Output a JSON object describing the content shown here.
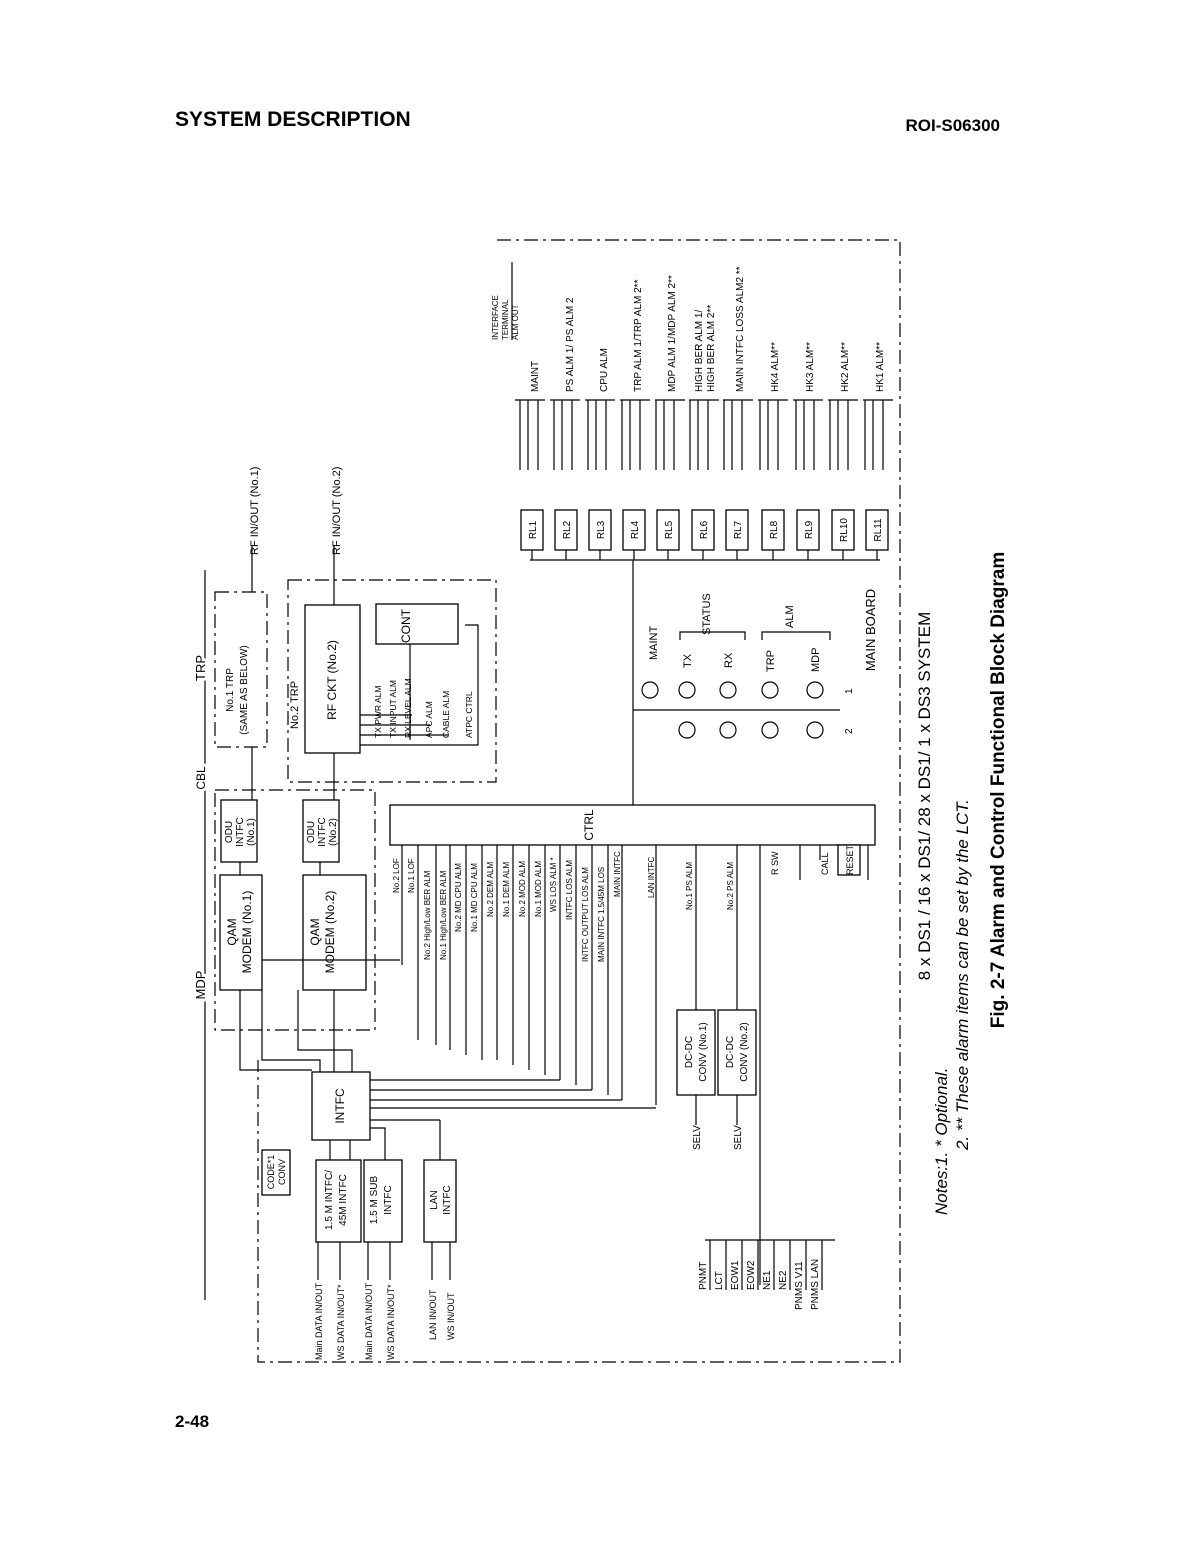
{
  "header": {
    "title": "SYSTEM DESCRIPTION",
    "doc_id": "ROI-S06300",
    "page": "2-48"
  },
  "figure": {
    "caption": "Fig. 2-7  Alarm and Control Functional Block Diagram",
    "notes_1": "Notes:1. * Optional.",
    "notes_2": "2. ** These alarm items can be set by the LCT."
  },
  "diagram": {
    "system_label": "8 x DS1 / 16 x DS1/ 28 x DS1/ 1 x DS3 SYSTEM",
    "main_board": "MAIN BOARD",
    "mdp": "MDP",
    "trp": "TRP",
    "cbl": "CBL",
    "no1_trp": "No.1 TRP",
    "no1_trp_sub": "(SAME AS BELOW)",
    "no2_trp": "No.2 TRP",
    "rf_ckt": "RF CKT (No.2)",
    "cont": "CONT",
    "rf_in_out_1": "RF IN/OUT (No.1)",
    "rf_in_out_2": "RF IN/OUT (No.2)",
    "rf_alarms": [
      "TX PWR ALM",
      "TX INPUT ALM",
      "RX LEVEL ALM",
      "APC ALM",
      "CABLE ALM",
      "ATPC CTRL"
    ],
    "odu1": [
      "ODU",
      "INTFC",
      "(No.1)"
    ],
    "odu2": [
      "ODU",
      "INTFC",
      "(No.2)"
    ],
    "qam1": [
      "QAM",
      "MODEM (No.1)"
    ],
    "qam2": [
      "QAM",
      "MODEM (No.2)"
    ],
    "intfc": "INTFC",
    "ctrl": "CTRL",
    "code_conv": [
      "CODE*1",
      "CONV"
    ],
    "intfc_15m": [
      "1.5 M INTFC/",
      "45M INTFC"
    ],
    "intfc_15m_sub": [
      "1.5 M SUB",
      "INTFC"
    ],
    "lan_intfc": [
      "LAN",
      "INTFC"
    ],
    "io_labels": [
      "Main DATA IN/OUT",
      "WS DATA IN/OUT*",
      "Main DATA IN/OUT",
      "WS DATA IN/OUT*",
      "LAN IN/OUT",
      "WS IN/OUT"
    ],
    "ctrl_inputs": [
      "No.2 LOF",
      "No.1 LOF",
      "No.2 High/Low BER ALM",
      "No.1 High/Low BER ALM",
      "No.2 MD CPU ALM",
      "No.1 MD CPU ALM",
      "No.2 DEM ALM",
      "No.1 DEM ALM",
      "No.2 MOD ALM",
      "No.1 MOD ALM",
      "WS LOS ALM *",
      "INTFC LOS ALM",
      "INTFC OUTPUT LOS ALM",
      "MAIN INTFC 1.5/45M LOS",
      "MAIN INTFC",
      "LAN INTFC"
    ],
    "dcdc1": [
      "DC-DC",
      "CONV (No.1)"
    ],
    "dcdc2": [
      "DC-DC",
      "CONV (No.2)"
    ],
    "selv": "SELV",
    "ps_alm_1": "No.1 PS ALM",
    "ps_alm_2": "No.2 PS ALM",
    "r_sw": "R SW",
    "call": "CALL",
    "reset": "RESET",
    "ports": [
      "PNMT",
      "LCT",
      "EOW1",
      "EOW2",
      "NE1",
      "NE2",
      "PNMS V11",
      "PNMS LAN"
    ],
    "leds": {
      "maint": "MAINT",
      "status": "STATUS",
      "tx": "TX",
      "rx": "RX",
      "alm": "ALM",
      "trp": "TRP",
      "mdp": "MDP",
      "col1": "1",
      "col2": "2"
    },
    "relays": [
      "RL1",
      "RL2",
      "RL3",
      "RL4",
      "RL5",
      "RL6",
      "RL7",
      "RL8",
      "RL9",
      "RL10",
      "RL11"
    ],
    "terminal_header": [
      "INTERFACE",
      "TERMINAL",
      "ALM OUT"
    ],
    "alm_out": [
      "MAINT",
      "PS ALM 1/ PS ALM 2",
      "CPU ALM",
      "TRP ALM 1/TRP ALM 2**",
      "MDP ALM 1/MDP ALM 2**",
      "HIGH BER ALM 1/",
      "HIGH BER ALM 2**",
      "MAIN INTFC LOSS ALM2 **",
      "HK4 ALM**",
      "HK3 ALM**",
      "HK2 ALM**",
      "HK1 ALM**"
    ]
  }
}
